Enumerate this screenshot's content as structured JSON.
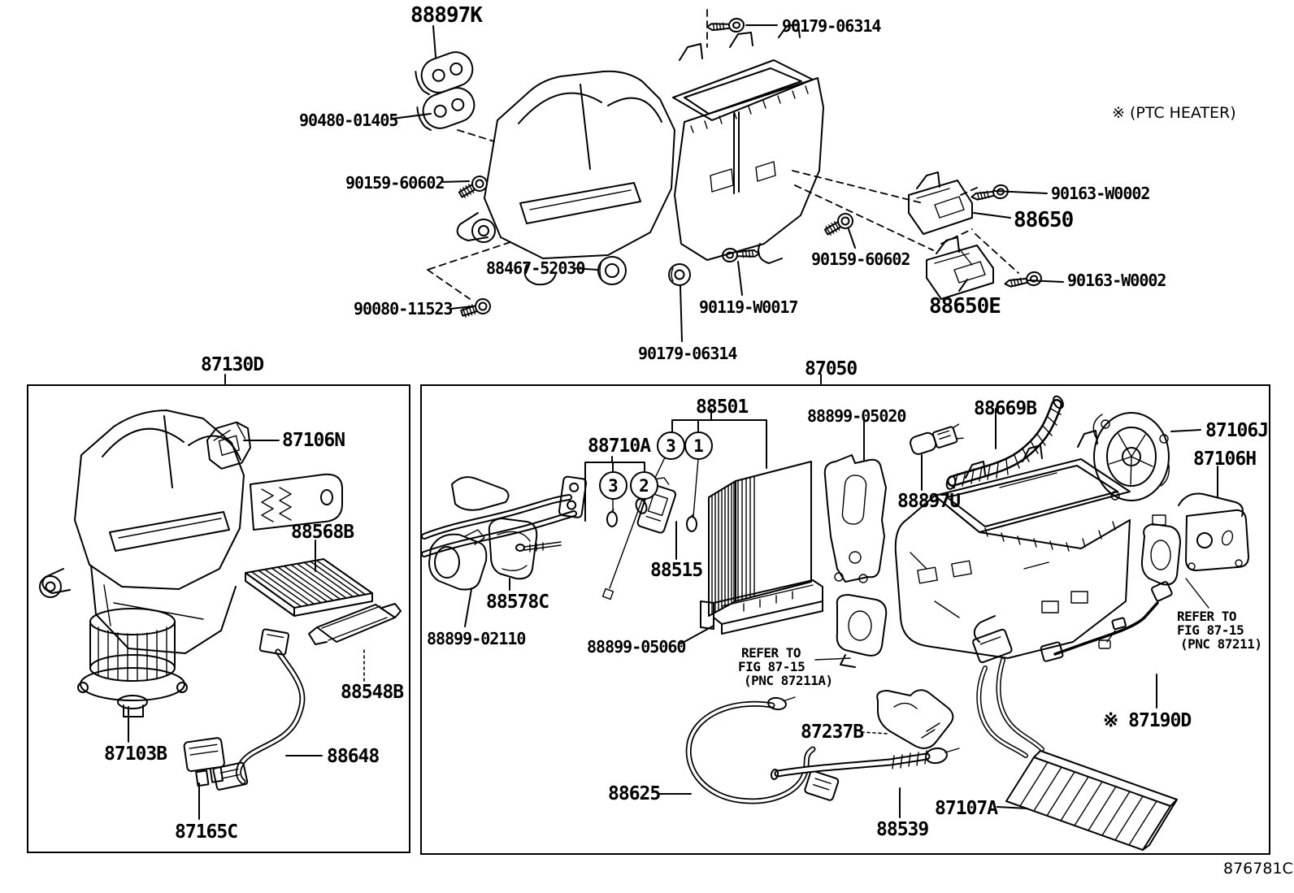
{
  "notes": {
    "ptc_heater": "※ (PTC HEATER)",
    "diagram_code": "876781C"
  },
  "refer_note_evaporator": {
    "line1": "REFER TO",
    "line2": "FIG 87-15",
    "line3": "(PNC 87211A)"
  },
  "refer_note_heater": {
    "line1": "REFER TO",
    "line2": "FIG 87-15",
    "line3": "(PNC 87211)"
  },
  "callouts": {
    "one": "1",
    "two": "2",
    "three": "3"
  },
  "top_assembly": {
    "parts": {
      "p88897k": "88897K",
      "p90179a": "90179-06314",
      "p90480": "90480-01405",
      "p90159a": "90159-60602",
      "p90163a": "90163-W0002",
      "p88650": "88650",
      "p88467": "88467-52030",
      "p90159b": "90159-60602",
      "p90163b": "90163-W0002",
      "p88650e": "88650E",
      "p90119": "90119-W0017",
      "p90080": "90080-11523",
      "p90179b": "90179-06314"
    }
  },
  "boxes": {
    "blower_unit": {
      "code": "87130D",
      "parts": {
        "p87106n": "87106N",
        "p88568b": "88568B",
        "p88548b": "88548B",
        "p87103b": "87103B",
        "p88648": "88648",
        "p87165c": "87165C"
      }
    },
    "heater_unit": {
      "code": "87050",
      "parts": {
        "p88501": "88501",
        "p88710a": "88710A",
        "p88899_05020": "88899-05020",
        "p88669b": "88669B",
        "p87106j": "87106J",
        "p87106h": "87106H",
        "p88897u": "88897U",
        "p88515": "88515",
        "p88578c": "88578C",
        "p88899_02110": "88899-02110",
        "p88899_05060": "88899-05060",
        "p88625": "88625",
        "p87237b": "87237B",
        "p88539": "88539",
        "p87107a": "87107A",
        "p87190d": "※ 87190D"
      }
    }
  }
}
